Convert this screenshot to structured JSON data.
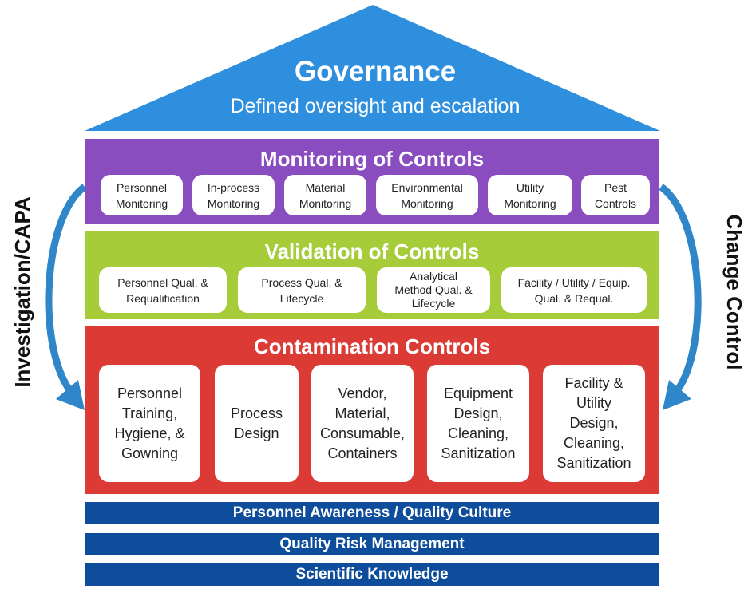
{
  "governance": {
    "title": "Governance",
    "subtitle": "Defined oversight and escalation",
    "color": "#2e8fde"
  },
  "monitoring": {
    "title": "Monitoring of Controls",
    "color": "#8a4dbf",
    "items": [
      {
        "line1": "Personnel",
        "line2": "Monitoring"
      },
      {
        "line1": "In-process",
        "line2": "Monitoring"
      },
      {
        "line1": "Material",
        "line2": "Monitoring"
      },
      {
        "line1": "Environmental",
        "line2": "Monitoring"
      },
      {
        "line1": "Utility",
        "line2": "Monitoring"
      },
      {
        "line1": "Pest",
        "line2": "Controls"
      }
    ]
  },
  "validation": {
    "title": "Validation of Controls",
    "color": "#a6cc3a",
    "items": [
      {
        "line1": "Personnel Qual. &",
        "line2": "Requalification"
      },
      {
        "line1": "Process Qual. &",
        "line2": "Lifecycle"
      },
      {
        "line1": "Analytical",
        "line2": "Method Qual. &",
        "line3": "Lifecycle"
      },
      {
        "line1": "Facility / Utility / Equip.",
        "line2": "Qual. & Requal."
      }
    ]
  },
  "contamination": {
    "title": "Contamination Controls",
    "color": "#dc3a35",
    "items": [
      {
        "lines": [
          "Personnel",
          "Training,",
          "Hygiene, &",
          "Gowning"
        ]
      },
      {
        "lines": [
          "Process",
          "Design"
        ]
      },
      {
        "lines": [
          "Vendor,",
          "Material,",
          "Consumable,",
          "Containers"
        ]
      },
      {
        "lines": [
          "Equipment",
          "Design,",
          "Cleaning,",
          "Sanitization"
        ]
      },
      {
        "lines": [
          "Facility &",
          "Utility",
          "Design,",
          "Cleaning,",
          "Sanitization"
        ]
      }
    ]
  },
  "foundations": [
    "Personnel Awareness / Quality Culture",
    "Quality Risk Management",
    "Scientific Knowledge"
  ],
  "side_labels": {
    "left": "Investigation/CAPA",
    "right": "Change Control",
    "arrow_color": "#2f86c8"
  }
}
